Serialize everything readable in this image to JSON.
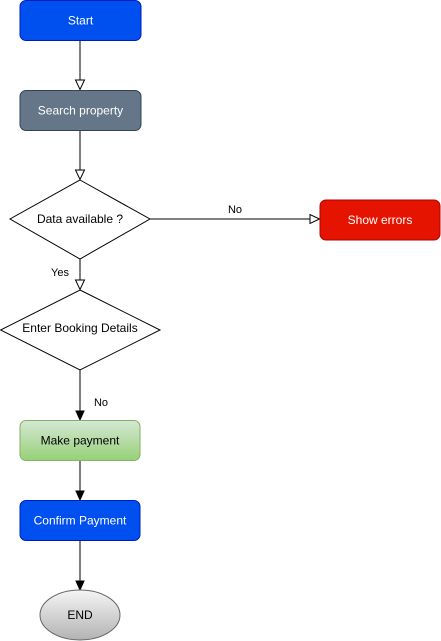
{
  "nodes": {
    "start": {
      "label": "Start",
      "fill": "#0050EF",
      "stroke": "#001DBC",
      "text_color": "#FFFFFF"
    },
    "search": {
      "label": "Search property",
      "fill": "#647687",
      "stroke": "#314354",
      "text_color": "#FFFFFF"
    },
    "data_available": {
      "label": "Data available ?",
      "fill": "#FFFFFF",
      "stroke": "#000000",
      "text_color": "#000000"
    },
    "show_errors": {
      "label": "Show errors",
      "fill": "#E51400",
      "stroke": "#B20000",
      "text_color": "#FFFFFF"
    },
    "booking": {
      "label": "Enter Booking Details",
      "fill": "#FFFFFF",
      "stroke": "#000000",
      "text_color": "#000000"
    },
    "payment": {
      "label": "Make payment",
      "fill_top": "#D5E8D4",
      "fill_bottom": "#97D077",
      "stroke": "#82B366",
      "text_color": "#000000"
    },
    "confirm": {
      "label": "Confirm Payment",
      "fill": "#0050EF",
      "stroke": "#001DBC",
      "text_color": "#FFFFFF"
    },
    "end": {
      "label": "END",
      "fill_top": "#F5F5F5",
      "fill_bottom": "#B3B3B3",
      "stroke": "#666666",
      "text_color": "#000000"
    }
  },
  "edges": {
    "data_to_errors": {
      "label": "No"
    },
    "data_to_booking": {
      "label": "Yes"
    },
    "booking_to_payment": {
      "label": "No"
    }
  }
}
